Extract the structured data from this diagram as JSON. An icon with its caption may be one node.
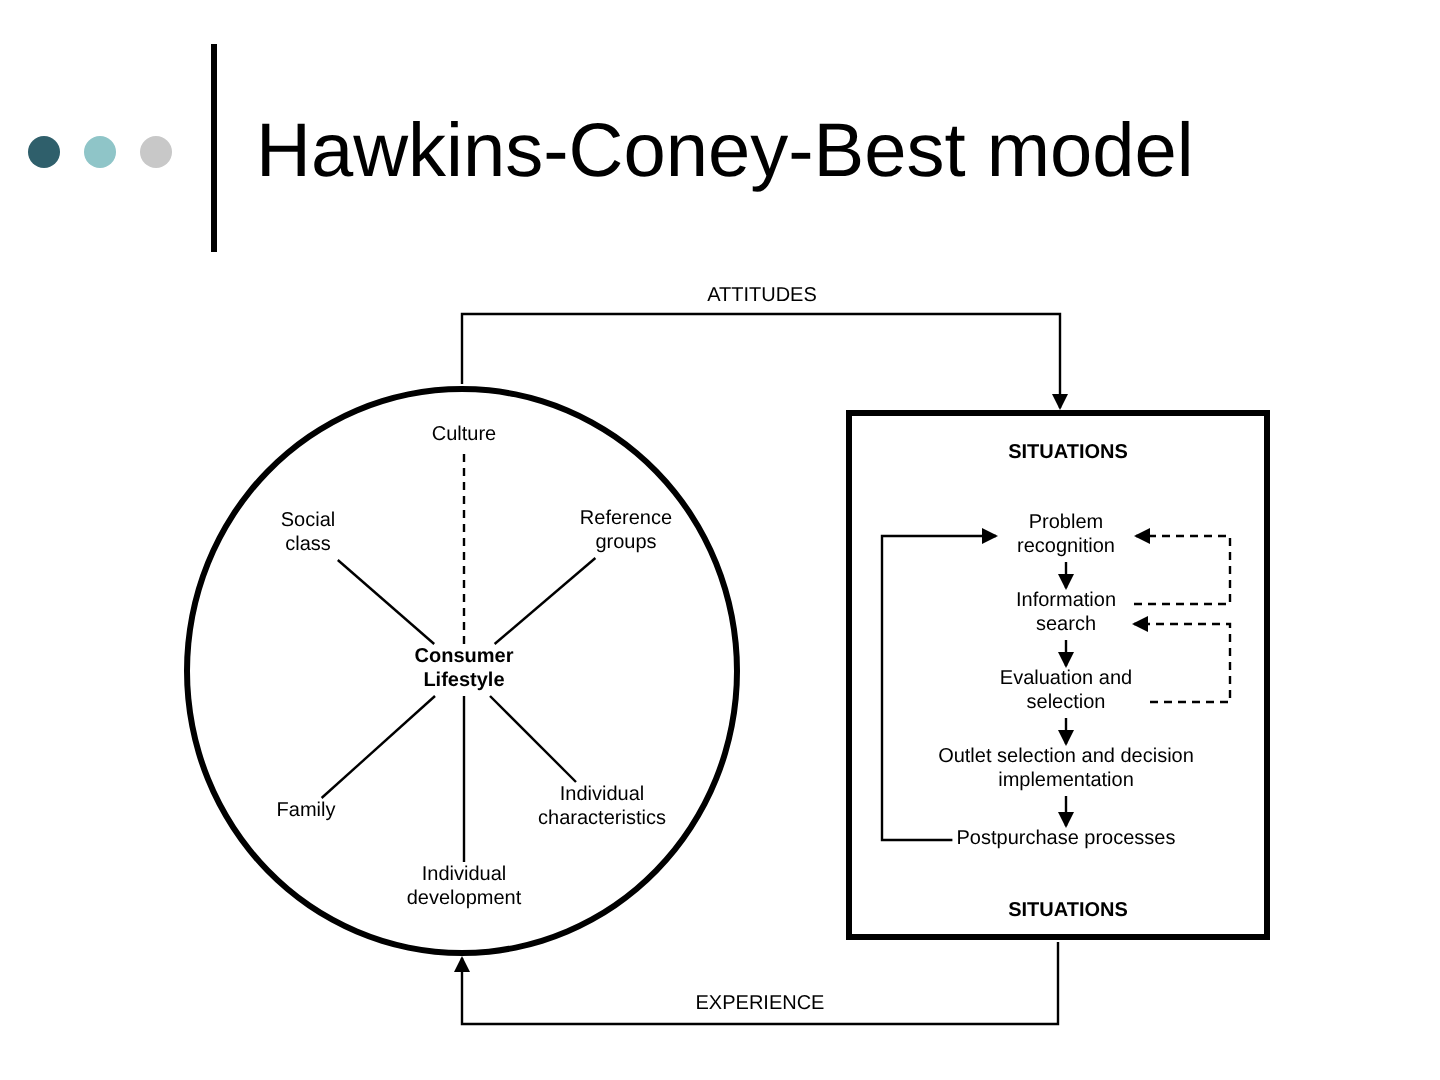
{
  "diagram": {
    "title": "Hawkins-Coney-Best model",
    "nodes": [
      {
        "text": [],
        "shape": "circle"
      },
      {
        "text": [
          "Culture"
        ],
        "in": 0
      },
      {
        "text": [
          "Social class"
        ],
        "in": 0
      },
      {
        "text": [
          "Reference groups"
        ],
        "in": 0
      },
      {
        "text": [
          "Consumer Lifestyle"
        ],
        "in": 0
      },
      {
        "text": [
          "Family"
        ],
        "in": 0
      },
      {
        "text": [
          "Individual characteristics"
        ],
        "in": 0
      },
      {
        "text": [
          "Individual development"
        ],
        "in": 0
      },
      {
        "text": [
          "SITUATIONS",
          "SITUATIONS"
        ]
      },
      {
        "text": [
          "Problem recognition"
        ],
        "in": 8
      },
      {
        "text": [
          "Information search"
        ],
        "in": 8
      },
      {
        "text": [
          "Evaluation and selection"
        ],
        "in": 8
      },
      {
        "text": [
          "Outlet selection and decision implementation"
        ],
        "in": 8
      },
      {
        "text": [
          "Postpurchase processes"
        ],
        "in": 8
      }
    ],
    "edges": [
      {
        "from": 4,
        "to": 1,
        "arrow": "none",
        "style": "dashed"
      },
      {
        "from": 4,
        "to": 2,
        "arrow": "none"
      },
      {
        "from": 4,
        "to": 3,
        "arrow": "none"
      },
      {
        "from": 4,
        "to": 5,
        "arrow": "none"
      },
      {
        "from": 4,
        "to": 6,
        "arrow": "none"
      },
      {
        "from": 4,
        "to": 7,
        "arrow": "none"
      },
      {
        "from": 0,
        "to": 8,
        "arrow": "to",
        "label": "ATTITUDES"
      },
      {
        "from": 8,
        "to": 0,
        "arrow": "to",
        "label": "EXPERIENCE"
      },
      {
        "from": 9,
        "to": 10,
        "arrow": "to"
      },
      {
        "from": 10,
        "to": 11,
        "arrow": "to"
      },
      {
        "from": 11,
        "to": 12,
        "arrow": "to"
      },
      {
        "from": 12,
        "to": 13,
        "arrow": "to"
      },
      {
        "from": 13,
        "to": 9,
        "arrow": "to"
      },
      {
        "from": 10,
        "to": 9,
        "arrow": "to",
        "style": "dashed"
      },
      {
        "from": 11,
        "to": 10,
        "arrow": "to",
        "style": "dashed"
      }
    ]
  }
}
